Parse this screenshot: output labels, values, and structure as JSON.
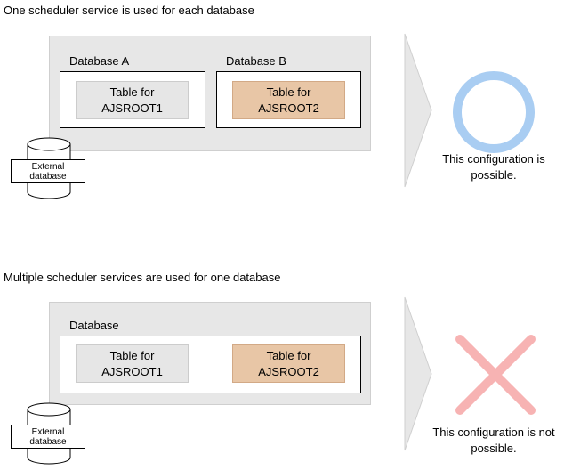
{
  "top": {
    "heading": "One scheduler service is used for each database",
    "databases": [
      {
        "label": "Database A",
        "table": {
          "line1": "Table for",
          "line2": "AJSROOT1"
        }
      },
      {
        "label": "Database B",
        "table": {
          "line1": "Table for",
          "line2": "AJSROOT2"
        }
      }
    ],
    "external_db": {
      "line1": "External",
      "line2": "database"
    },
    "result": {
      "icon": "circle-icon",
      "line1": "This configuration is",
      "line2": "possible."
    }
  },
  "bottom": {
    "heading": "Multiple scheduler services are used for one database",
    "database": {
      "label": "Database"
    },
    "tables": [
      {
        "line1": "Table for",
        "line2": "AJSROOT1"
      },
      {
        "line1": "Table for",
        "line2": "AJSROOT2"
      }
    ],
    "external_db": {
      "line1": "External",
      "line2": "database"
    },
    "result": {
      "icon": "cross-icon",
      "line1": "This configuration is not",
      "line2": "possible."
    }
  },
  "colors": {
    "panel": "#e7e7e7",
    "table_grey": "#e6e6e6",
    "table_orange": "#e8c6a6",
    "ok_circle": "#a9cdf2",
    "ng_cross": "#f7b3b3"
  }
}
